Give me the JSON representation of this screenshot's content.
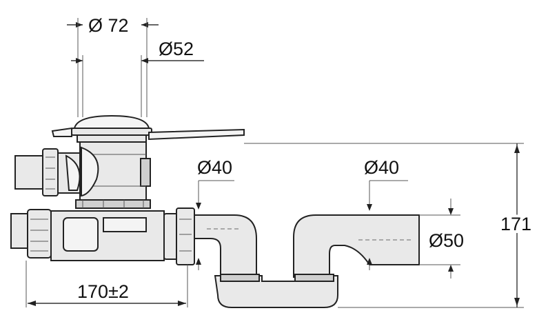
{
  "drawing": {
    "dimensions": {
      "top_diameter": "Ø 72",
      "cap_diameter": "Ø52",
      "inlet_left_diameter": "Ø40",
      "inlet_right_diameter": "Ø40",
      "outlet_diameter": "Ø50",
      "overall_height": "171",
      "overall_length": "170±2"
    }
  }
}
